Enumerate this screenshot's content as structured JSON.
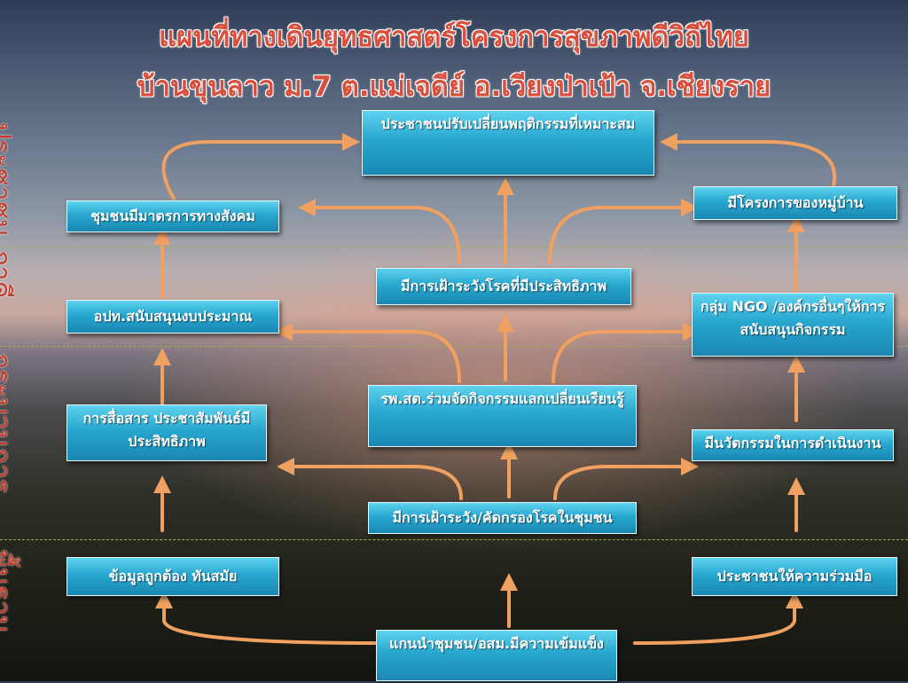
{
  "title": {
    "line1": "แผนที่ทางเดินยุทธศาสตร์โครงการสุขภาพดีวิถีไทย",
    "line2": "บ้านขุนลาว ม.7 ต.แม่เจดีย์ อ.เวียงป่าเป้า จ.เชียงราย"
  },
  "side_labels": {
    "top": "ประชาชน",
    "upper": "ภาคี",
    "middle": "กระบวนการ",
    "bottom": "พื้นฐาน"
  },
  "boxes": {
    "behavior_change": "ประชาชนปรับเปลี่ยนพฤติกรรมที่เหมาะสม",
    "social_measures": "ชุมชนมีมาตรการทางสังคม",
    "village_projects": "มีโครงการของหมู่บ้าน",
    "effective_surveillance": "มีการเฝ้าระวังโรคที่มีประสิทธิภาพ",
    "local_budget": "อปท.สนับสนุนงบประมาณ",
    "ngo_support": "กลุ่ม NGO /องค์กรอื่นๆให้การสนับสนุนกิจกรรม",
    "hospital_learning": "รพ.สต.ร่วมจัดกิจกรรมแลกเปลี่ยนเรียนรู้",
    "communication": "การสื่อสาร ประชาสัมพันธ์มีประสิทธิภาพ",
    "innovation": "มีนวัตกรรมในการดำเนินงาน",
    "screening": "มีการเฝ้าระวัง/คัดกรองโรคในชุมชน",
    "accurate_data": "ข้อมูลถูกต้อง ทันสมัย",
    "participation": "ประชาชนให้ความร่วมมือ",
    "strong_leaders": "แกนนำชุมชน/อสม.มีความเข้มแข็ง"
  },
  "colors": {
    "title": "#d94f3d",
    "box": "#27a7cf",
    "arrow": "#f0a060",
    "divider": "#9fb04a"
  }
}
